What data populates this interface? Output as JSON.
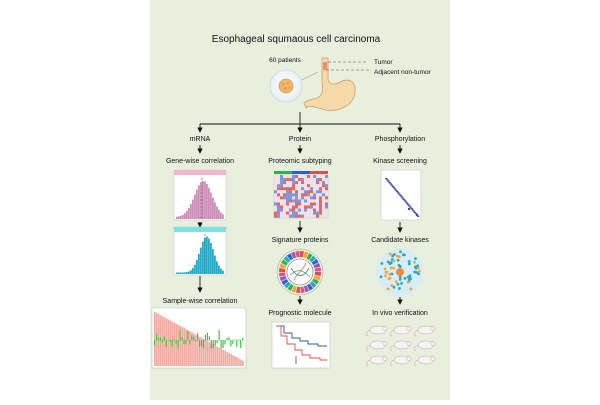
{
  "title": "Esophageal squmaous cell carcinoma",
  "patients_label": "60 patients",
  "sample_labels": {
    "tumor": "Tumor",
    "adjacent": "Adjacent non-tumor"
  },
  "columns": [
    {
      "header": "mRNA",
      "steps": [
        "Gene-wise correlation",
        "Sample-wise correlation"
      ]
    },
    {
      "header": "Protein",
      "steps": [
        "Proteomic subtyping",
        "Signature proteins",
        "Prognostic molecule"
      ]
    },
    {
      "header": "Phosphorylation",
      "steps": [
        "Kinase screening",
        "Candidate kinases",
        "In vivo verification"
      ]
    }
  ],
  "colors": {
    "background": "#e9efdd",
    "pink_hist": "#c98fb4",
    "teal_hist": "#2aa8c2",
    "salmon_bars": "#f2a99f",
    "green_bars": "#3cc443",
    "heatmap_red": "#d9534f",
    "survival_red": "#d9534f",
    "survival_blue": "#2f5e8f",
    "stomach": "#f6d9a8"
  },
  "icons": [
    "stomach-icon",
    "tissue-sample-icon",
    "mouse-icon"
  ]
}
